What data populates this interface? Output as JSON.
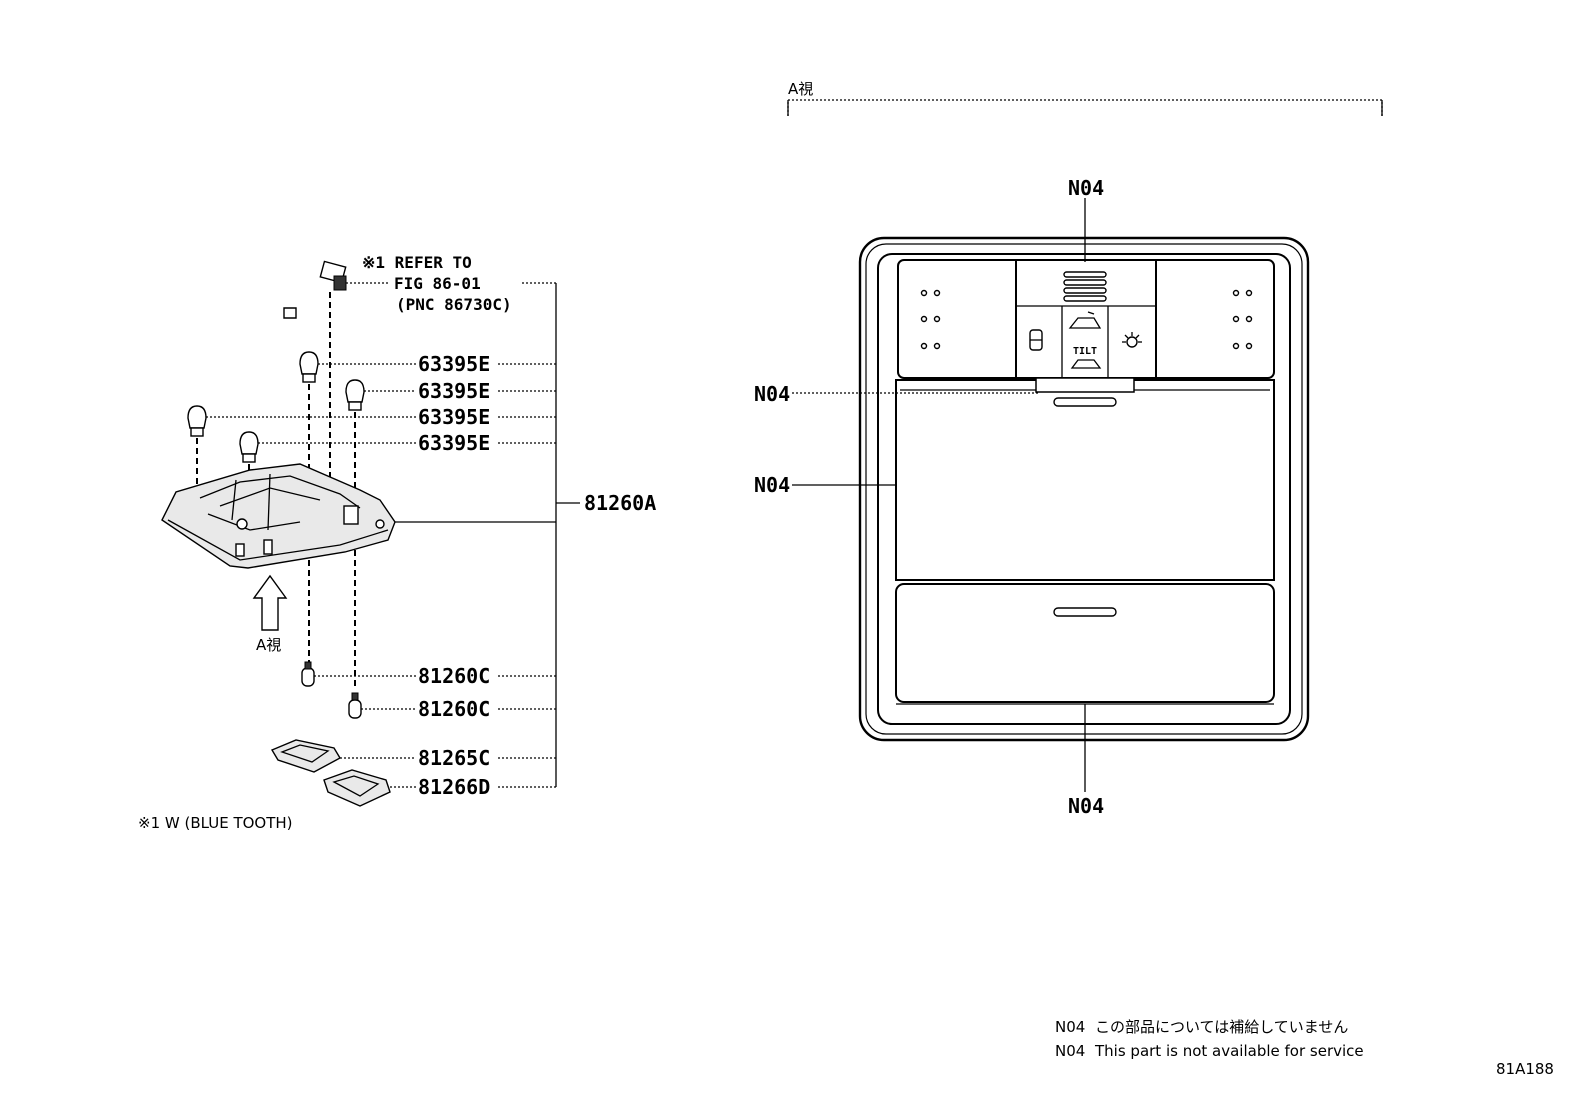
{
  "left_view": {
    "refer_line1": "※1 REFER TO",
    "refer_line2": "FIG 86-01",
    "refer_line3": "(PNC 86730C)",
    "parts": [
      "63395E",
      "63395E",
      "63395E",
      "63395E",
      "81260A",
      "81260C",
      "81260C",
      "81265C",
      "81266D"
    ],
    "view_marker": "A視",
    "footnote": "※1 W (BLUE TOOTH)"
  },
  "right_view": {
    "view_title": "A視",
    "callouts": [
      "N04",
      "N04",
      "N04",
      "N04"
    ],
    "tilt_label": "TILT"
  },
  "legend": {
    "line1_code": "N04",
    "line1_text": "この部品については補給していません",
    "line2_code": "N04",
    "line2_text": "This part is not available for service"
  },
  "figure_id": "81A188"
}
